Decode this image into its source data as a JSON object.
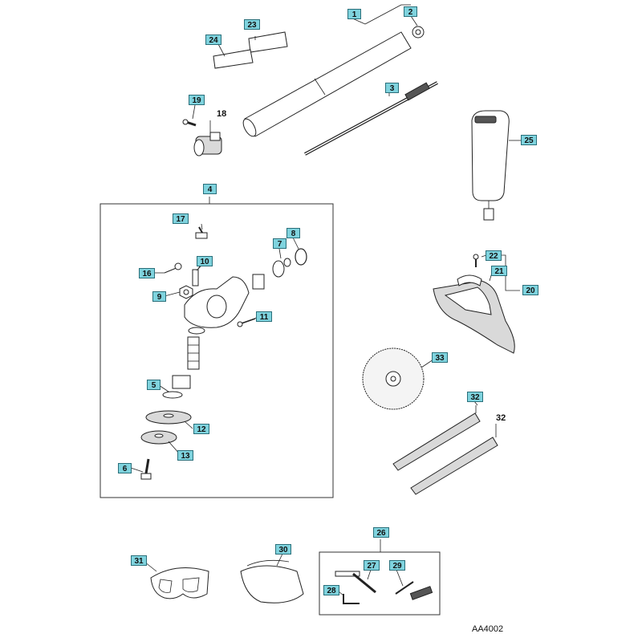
{
  "diagram": {
    "callouts": [
      {
        "id": "c1",
        "label": "1"
      },
      {
        "id": "c2",
        "label": "2"
      },
      {
        "id": "c3",
        "label": "3"
      },
      {
        "id": "c4",
        "label": "4"
      },
      {
        "id": "c5",
        "label": "5"
      },
      {
        "id": "c6",
        "label": "6"
      },
      {
        "id": "c7",
        "label": "7"
      },
      {
        "id": "c8",
        "label": "8"
      },
      {
        "id": "c9",
        "label": "9"
      },
      {
        "id": "c10",
        "label": "10"
      },
      {
        "id": "c11",
        "label": "11"
      },
      {
        "id": "c12",
        "label": "12"
      },
      {
        "id": "c13",
        "label": "13"
      },
      {
        "id": "c16",
        "label": "16"
      },
      {
        "id": "c17",
        "label": "17"
      },
      {
        "id": "c19",
        "label": "19"
      },
      {
        "id": "c20",
        "label": "20"
      },
      {
        "id": "c21",
        "label": "21"
      },
      {
        "id": "c22",
        "label": "22"
      },
      {
        "id": "c23",
        "label": "23"
      },
      {
        "id": "c24",
        "label": "24"
      },
      {
        "id": "c25",
        "label": "25"
      },
      {
        "id": "c26",
        "label": "26"
      },
      {
        "id": "c27",
        "label": "27"
      },
      {
        "id": "c28",
        "label": "28"
      },
      {
        "id": "c29",
        "label": "29"
      },
      {
        "id": "c30",
        "label": "30"
      },
      {
        "id": "c31",
        "label": "31"
      },
      {
        "id": "c32",
        "label": "32"
      },
      {
        "id": "c33",
        "label": "33"
      }
    ],
    "plain_labels": {
      "p18": "18",
      "p32": "32"
    },
    "diagram_code": "AA4002"
  }
}
